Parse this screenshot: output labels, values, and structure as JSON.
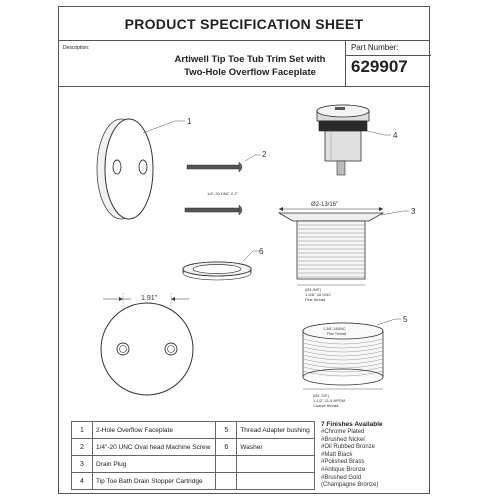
{
  "sheet": {
    "title": "PRODUCT SPECIFICATION SHEET",
    "description_label": "Description:",
    "description_line1": "Artiwell Tip Toe Tub Trim Set with",
    "description_line2": "Two-Hole Overflow Faceplate",
    "part_number_label": "Part Number:",
    "part_number": "629907"
  },
  "callouts": {
    "c1": "1",
    "c2": "2",
    "c3": "3",
    "c4": "4",
    "c5": "5",
    "c6": "6"
  },
  "dimensions": {
    "screw_spec": "1/4\"-20 UNC X 2\"",
    "flange_diameter": "Ø2-13/16\"",
    "body_dia": "(Ø1-5/8\")",
    "body_thread": "1-5/8\"-16 UNC",
    "body_note": "Fine thread",
    "faceplate_width": "1.91\"",
    "bushing_top": "1-3/8\"-16UNC",
    "bushing_top_note": "Fine Thread",
    "bushing_dia": "(Ø1-7/8\")",
    "bushing_thread": "1-1/2\"-11.5 NPSM",
    "bushing_note": "Coarse thread"
  },
  "parts": [
    {
      "num": "1",
      "name": "2-Hole Overflow Faceplate",
      "num2": "5",
      "name2": "Thread Adapter bushing"
    },
    {
      "num": "2",
      "name": "1/4\"-20 UNC Oval head Machine Screw",
      "num2": "6",
      "name2": "Washer"
    },
    {
      "num": "3",
      "name": "Drain Plug",
      "num2": "",
      "name2": ""
    },
    {
      "num": "4",
      "name": "Tip Toe Bath Drain Stopper Cartridge",
      "num2": "",
      "name2": ""
    }
  ],
  "finishes": {
    "title": "7 Finishes Available",
    "items": [
      "#Chrome Plated",
      "#Brushed Nickel",
      "#Oil Rubbed Bronze",
      "#Matt Black",
      "#Polished Brass",
      "#Antique Bronze",
      "#Brushed Gold",
      "(Champagne Bronze)"
    ]
  }
}
